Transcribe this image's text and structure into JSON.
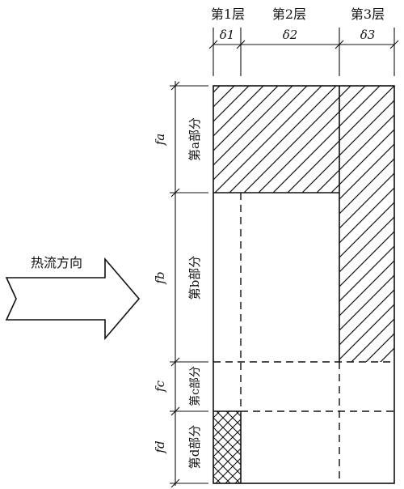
{
  "layers": [
    {
      "label": "第1层",
      "thickness": "δ1"
    },
    {
      "label": "第2层",
      "thickness": "δ2"
    },
    {
      "label": "第3层",
      "thickness": "δ3"
    }
  ],
  "parts": [
    {
      "label": "第a部分",
      "area": "fa"
    },
    {
      "label": "第b部分",
      "area": "fb"
    },
    {
      "label": "第c部分",
      "area": "fc"
    },
    {
      "label": "第d部分",
      "area": "fd"
    }
  ],
  "heat_flow_label": "热流方向"
}
